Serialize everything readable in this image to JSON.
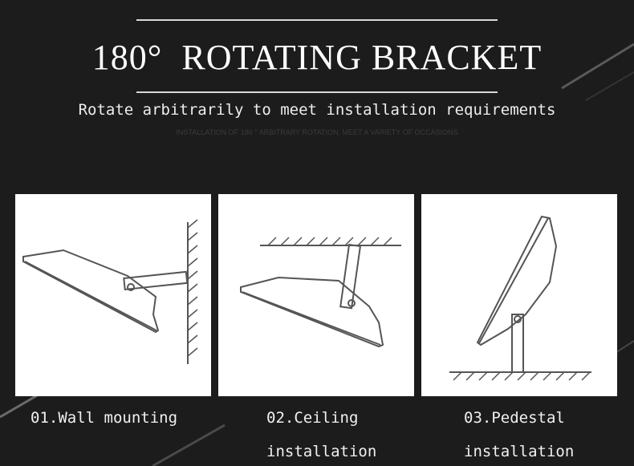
{
  "heading": {
    "title": "180°  ROTATING BRACKET",
    "subtitle": "Rotate arbitrarily to meet installation requirements",
    "small_text": "INSTALLATION OF 180 ° ARBITRARY ROTATION, MEET A VARIETY OF OCCASIONS"
  },
  "panels": [
    {
      "caption_line1": "01.Wall mounting",
      "caption_line2": ""
    },
    {
      "caption_line1": "02.Ceiling",
      "caption_line2": "installation"
    },
    {
      "caption_line1": "03.Pedestal",
      "caption_line2": "installation"
    }
  ],
  "colors": {
    "background": "#1c1c1c",
    "panel": "#ffffff",
    "text": "#ffffff",
    "drawing": "#555555"
  }
}
